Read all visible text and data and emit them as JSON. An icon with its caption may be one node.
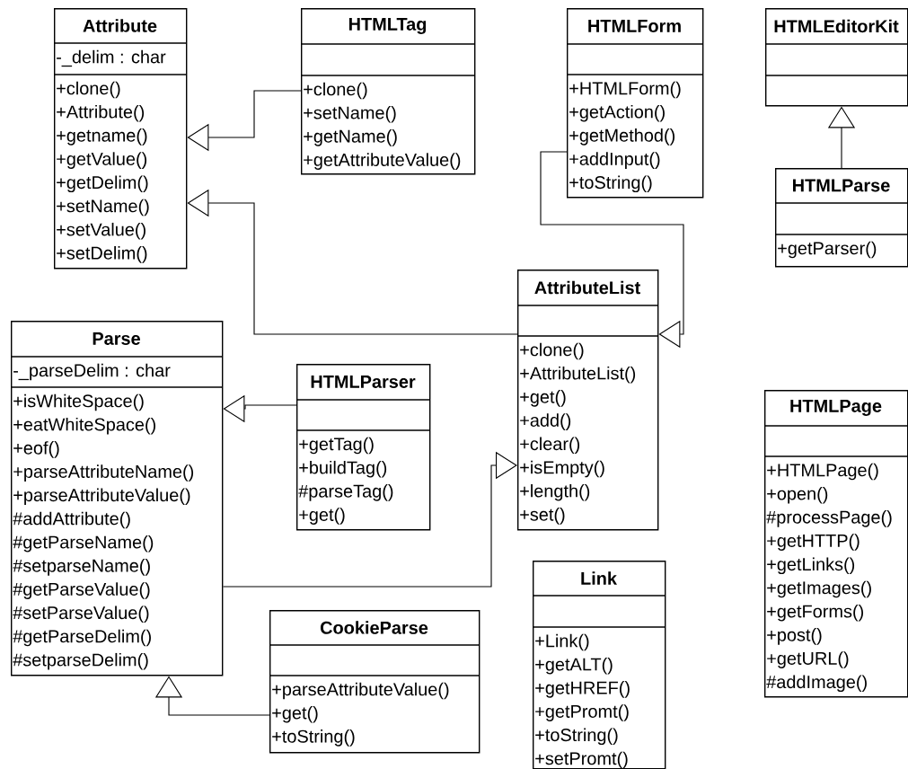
{
  "diagram": {
    "nodes": [
      {
        "text": [
          "Attribute",
          "-_delim : char",
          "+clone()",
          "+Attribute()",
          "+getname()",
          "+getValue()",
          "+getDelim()",
          "+setName()",
          "+setValue()",
          "+setDelim()"
        ]
      },
      {
        "text": [
          "HTMLTag",
          "+clone()",
          "+setName()",
          "+getName()",
          "+getAttributeValue()"
        ]
      },
      {
        "text": [
          "HTMLForm",
          "+HTMLForm()",
          "+getAction()",
          "+getMethod()",
          "+addInput()",
          "+toString()"
        ]
      },
      {
        "text": [
          "HTMLEditorKit"
        ]
      },
      {
        "text": [
          "HTMLParse",
          "+getParser()"
        ]
      },
      {
        "text": [
          "AttributeList",
          "+clone()",
          "+AttributeList()",
          "+get()",
          "+add()",
          "+clear()",
          "+isEmpty()",
          "+length()",
          "+set()"
        ]
      },
      {
        "text": [
          "Parse",
          "-_parseDelim : char",
          "+isWhiteSpace()",
          "+eatWhiteSpace()",
          "+eof()",
          "+parseAttributeName()",
          "+parseAttributeValue()",
          "#addAttribute()",
          "#getParseName()",
          "#setparseName()",
          "#getParseValue()",
          "#setParseValue()",
          "#getParseDelim()",
          "#setparseDelim()"
        ]
      },
      {
        "text": [
          "HTMLParser",
          "+getTag()",
          "+buildTag()",
          "#parseTag()",
          "+get()"
        ]
      },
      {
        "text": [
          "HTMLPage",
          "+HTMLPage()",
          "+open()",
          "#processPage()",
          "+getHTTP()",
          "+getLinks()",
          "+getImages()",
          "+getForms()",
          "+post()",
          "+getURL()",
          "#addImage()"
        ]
      },
      {
        "text": [
          "Link",
          "+Link()",
          "+getALT()",
          "+getHREF()",
          "+getPromt()",
          "+toString()",
          "+setPromt()"
        ]
      },
      {
        "text": [
          "CookieParse",
          "+parseAttributeValue()",
          "+get()",
          "+toString()"
        ]
      }
    ],
    "edges": [
      {
        "from": 1,
        "to": 0,
        "arrow": "to"
      },
      {
        "from": 5,
        "to": 0,
        "arrow": "to"
      },
      {
        "from": 2,
        "to": 5,
        "arrow": "to"
      },
      {
        "from": 4,
        "to": 3,
        "arrow": "to"
      },
      {
        "from": 7,
        "to": 6,
        "arrow": "to"
      },
      {
        "from": 6,
        "to": 5,
        "arrow": "to"
      },
      {
        "from": 10,
        "to": 6,
        "arrow": "to"
      }
    ]
  }
}
